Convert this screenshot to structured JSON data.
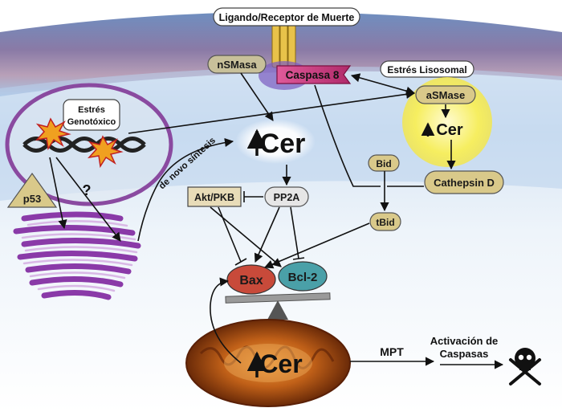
{
  "labels": {
    "receptor": "Ligando/Receptor de Muerte",
    "nsmasa": "nSMasa",
    "caspasa8": "Caspasa 8",
    "estres_lisosomal": "Estrés Lisosomal",
    "asmase": "aSMase",
    "cer_lysosome": "Cer",
    "cathepsin": "Cathepsin D",
    "bid": "Bid",
    "tbid": "tBid",
    "estres_genotoxico_l1": "Estrés",
    "estres_genotoxico_l2": "Genotóxico",
    "p53": "p53",
    "question": "?",
    "cer_main": "Cer",
    "de_novo": "de novo síntesis",
    "aktpkb": "Akt/PKB",
    "pp2a": "PP2A",
    "bax": "Bax",
    "bcl2": "Bcl-2",
    "cer_mito": "Cer",
    "mpt": "MPT",
    "activacion_l1": "Activación de",
    "activacion_l2": "Caspasas"
  },
  "colors": {
    "membrane_dark": "#7a5a8a",
    "cytoplasm_blue": "#a9c8e8",
    "nucleus_purple": "#8a4aa0",
    "er_purple": "#8a3aa8",
    "caspasa_pink": "#c8357a",
    "lysosome_yellow": "#f7f070",
    "node_tan": "#d9c98a",
    "bax_red": "#c84a3a",
    "bcl2_teal": "#4aa0a8",
    "mito_brown": "#8a3a10",
    "mito_orange": "#e08a20"
  }
}
